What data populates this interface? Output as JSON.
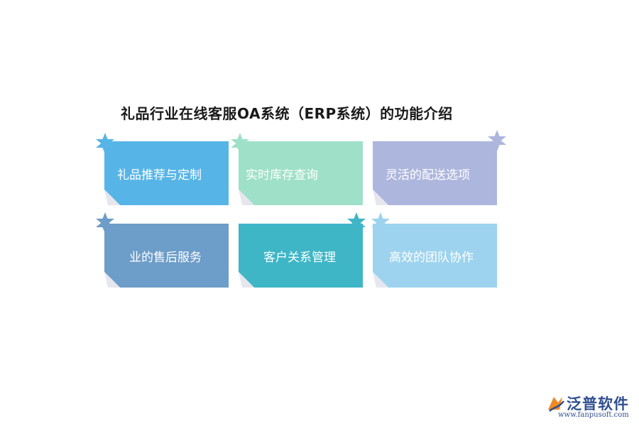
{
  "title": "礼品行业在线客服OA系统（ERP系统）的功能介绍",
  "cards": [
    {
      "label": "礼品推荐与定制",
      "color": "#56b5e6",
      "star_color": "#56b5e6"
    },
    {
      "label": "实时库存查询",
      "color": "#9fe0c8",
      "star_color": "#9fe0c8"
    },
    {
      "label": "灵活的配送选项",
      "color": "#adb6dd",
      "star_color": "#adb6dd"
    },
    {
      "label": "业的售后服务",
      "color": "#6d9dc9",
      "star_color": "#6d9dc9"
    },
    {
      "label": "客户关系管理",
      "color": "#3eb6c6",
      "star_color": "#3eb6c6"
    },
    {
      "label": "高效的团队协作",
      "color": "#9dd3ee",
      "star_color": "#9dd3ee"
    }
  ],
  "logo": {
    "name": "泛普软件",
    "url": "www.fanpusoft.com",
    "mark_icon": "fanpu-logo-icon"
  }
}
